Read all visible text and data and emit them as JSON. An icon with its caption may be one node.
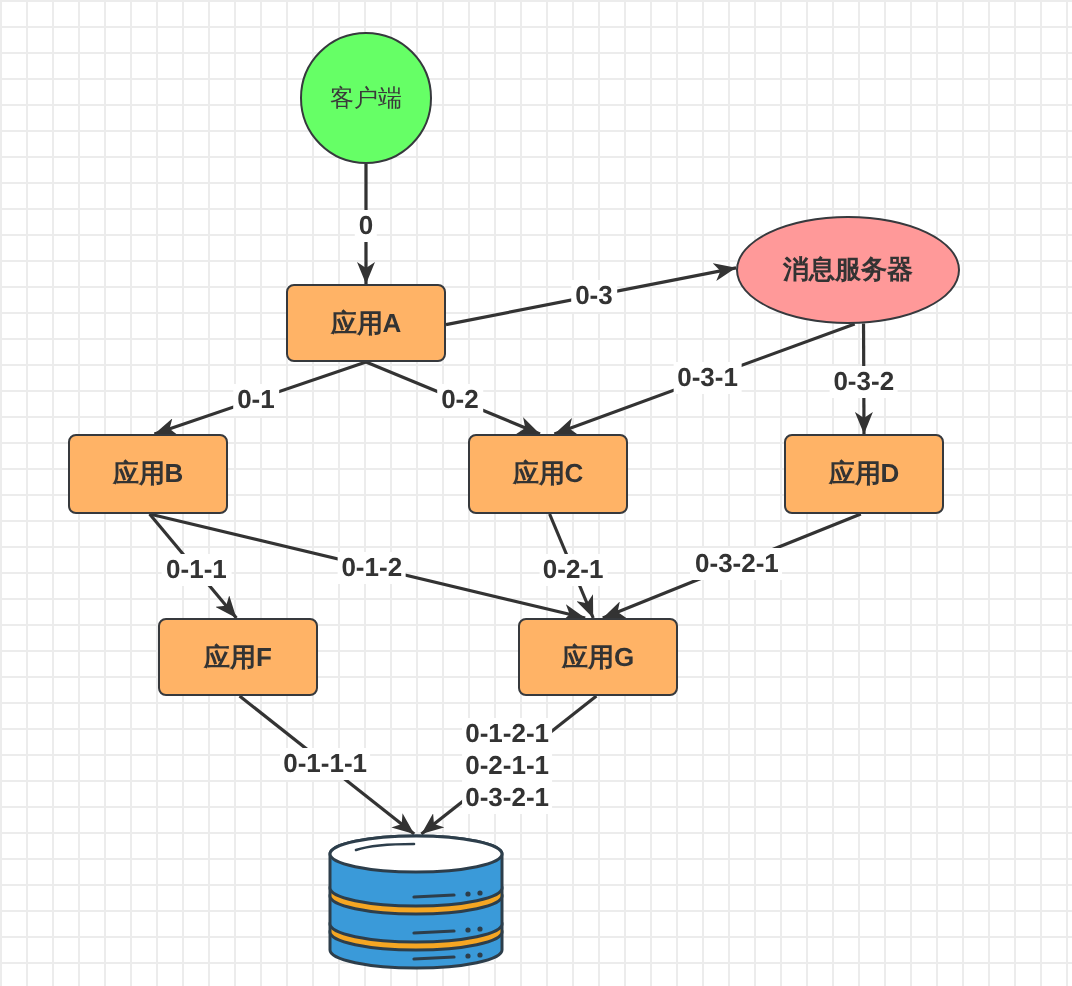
{
  "diagram": {
    "nodes": [
      {
        "text": [
          "客户端"
        ]
      },
      {
        "text": [
          "应用A"
        ]
      },
      {
        "text": [
          "消息服务器"
        ]
      },
      {
        "text": [
          "应用B"
        ]
      },
      {
        "text": [
          "应用C"
        ]
      },
      {
        "text": [
          "应用D"
        ]
      },
      {
        "text": [
          "应用F"
        ]
      },
      {
        "text": [
          "应用G"
        ]
      },
      {
        "text": [],
        "shape": "cylinder"
      }
    ],
    "edges": [
      {
        "from": 0,
        "to": 1,
        "arrow": "to",
        "label": "0"
      },
      {
        "from": 1,
        "to": 2,
        "arrow": "to",
        "label": "0-3"
      },
      {
        "from": 1,
        "to": 3,
        "arrow": "to",
        "label": "0-1"
      },
      {
        "from": 1,
        "to": 4,
        "arrow": "to",
        "label": "0-2"
      },
      {
        "from": 2,
        "to": 4,
        "arrow": "to",
        "label": "0-3-1"
      },
      {
        "from": 2,
        "to": 5,
        "arrow": "to",
        "label": "0-3-2"
      },
      {
        "from": 3,
        "to": 6,
        "arrow": "to",
        "label": "0-1-1"
      },
      {
        "from": 3,
        "to": 7,
        "arrow": "to",
        "label": "0-1-2"
      },
      {
        "from": 4,
        "to": 7,
        "arrow": "to",
        "label": "0-2-1"
      },
      {
        "from": 5,
        "to": 7,
        "arrow": "to",
        "label": "0-3-2-1"
      },
      {
        "from": 6,
        "to": 8,
        "arrow": "to",
        "label": "0-1-1-1"
      },
      {
        "from": 7,
        "to": 8,
        "arrow": "to",
        "label": "0-1-2-1 0-2-1-1 0-3-2-1"
      }
    ]
  }
}
